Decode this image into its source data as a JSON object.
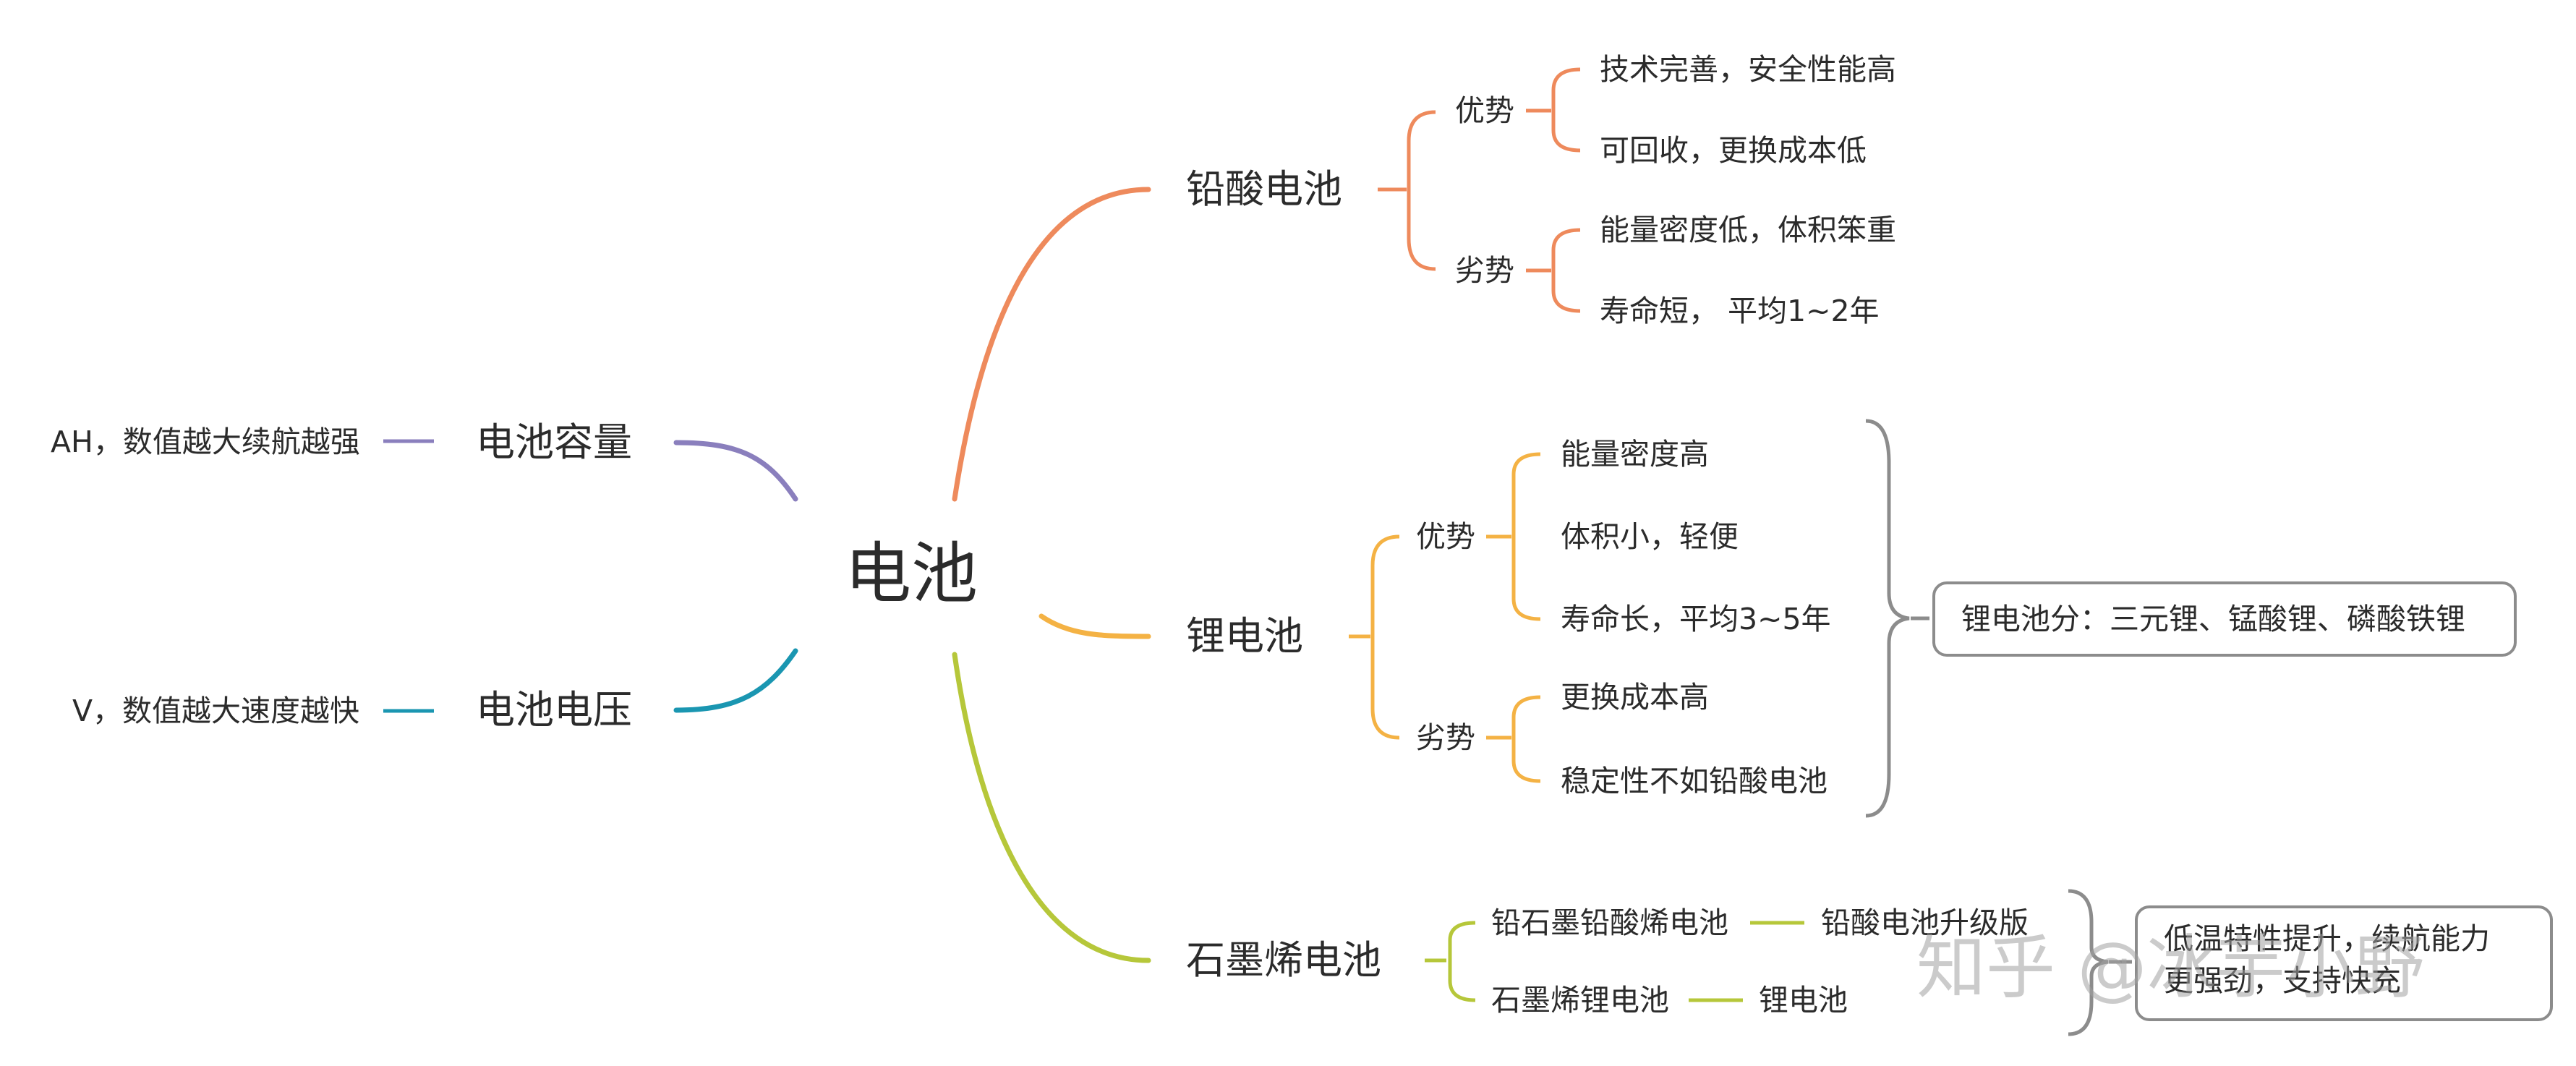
{
  "colors": {
    "lead_acid": "#ee8a5c",
    "lithium": "#f4b244",
    "graphene": "#b6c73a",
    "capacity": "#8a7fbd",
    "voltage": "#1a96b1",
    "bracket": "#8c8c8c"
  },
  "root": {
    "label": "电池"
  },
  "left": {
    "capacity": {
      "label": "电池容量",
      "note": "AH，数值越大续航越强"
    },
    "voltage": {
      "label": "电池电压",
      "note": "V，数值越大速度越快"
    }
  },
  "lead_acid": {
    "label": "铅酸电池",
    "pros": {
      "label": "优势",
      "items": [
        "技术完善，安全性能高",
        "可回收，更换成本低"
      ]
    },
    "cons": {
      "label": "劣势",
      "items": [
        "能量密度低，体积笨重",
        "寿命短， 平均1~2年"
      ]
    }
  },
  "lithium": {
    "label": "锂电池",
    "pros": {
      "label": "优势",
      "items": [
        "能量密度高",
        "体积小，轻便",
        "寿命长，平均3~5年"
      ]
    },
    "cons": {
      "label": "劣势",
      "items": [
        "更换成本高",
        "稳定性不如铅酸电池"
      ]
    },
    "summary": "锂电池分：三元锂、锰酸锂、磷酸铁锂"
  },
  "graphene": {
    "label": "石墨烯电池",
    "items": [
      {
        "label": "铅石墨铅酸烯电池",
        "note": "铅酸电池升级版"
      },
      {
        "label": "石墨烯锂电池",
        "note": "锂电池"
      }
    ],
    "summary_lines": [
      "低温特性提升，续航能力",
      "更强劲，支持快充"
    ]
  },
  "watermark": "知乎 @冰芋小野"
}
